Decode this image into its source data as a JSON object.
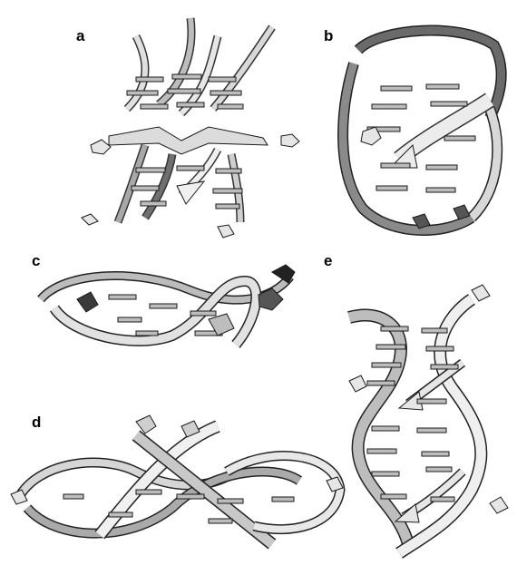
{
  "panels": [
    {
      "label": "a"
    },
    {
      "label": "b"
    },
    {
      "label": "c"
    },
    {
      "label": "d"
    },
    {
      "label": "e"
    }
  ],
  "colors": {
    "ribbon_light": "#e6e6e6",
    "ribbon_dark": "#4a4a4a",
    "base_light": "#cfcfcf",
    "base_dark": "#2e2e2e",
    "outline": "#1a1a1a"
  }
}
